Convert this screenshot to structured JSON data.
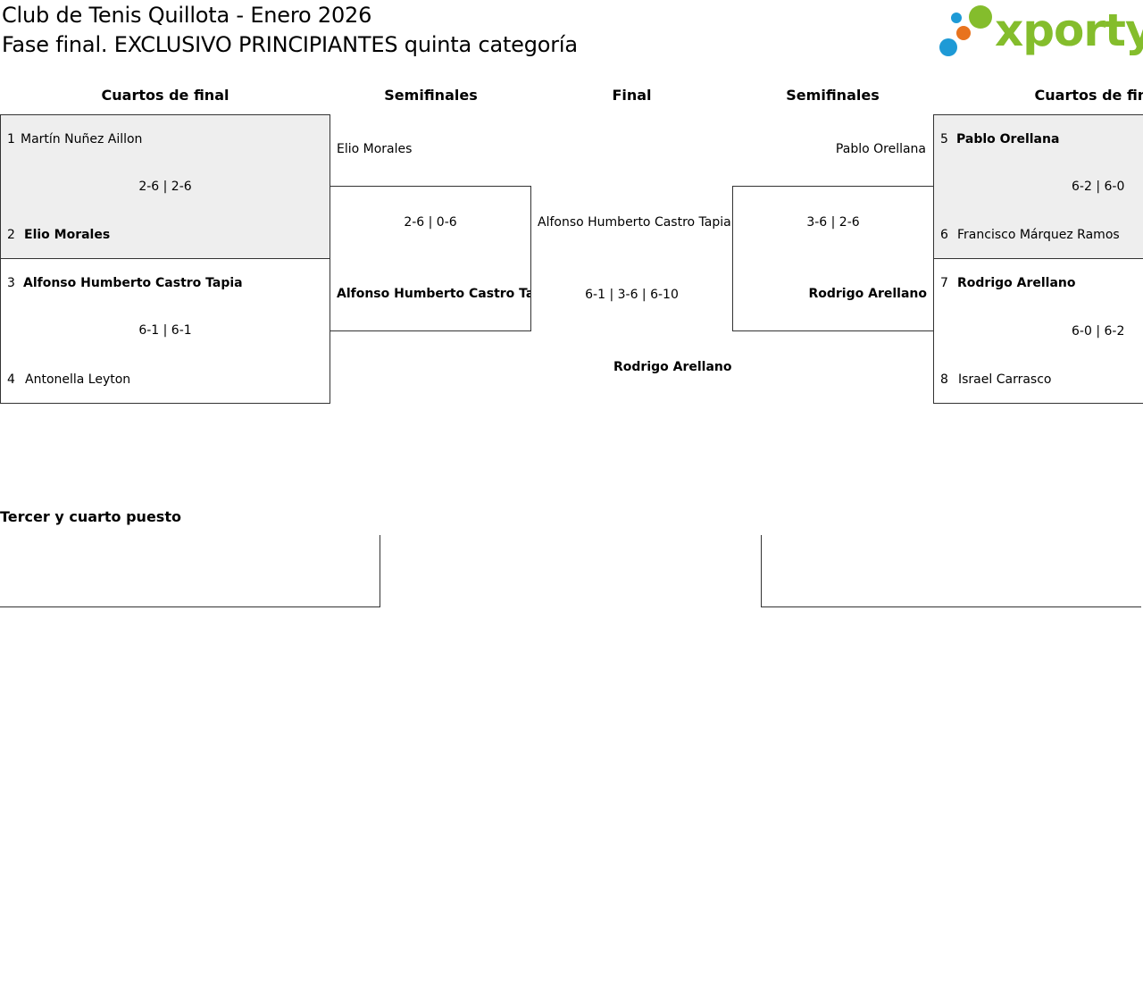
{
  "header": {
    "title_line1": "Club de Tenis Quillota - Enero 2026",
    "title_line2": "Fase final. EXCLUSIVO PRINCIPIANTES quinta categoría"
  },
  "logo": {
    "text": "xporty",
    "colors": {
      "green": "#84bd2c",
      "blue": "#1e9ad6",
      "orange": "#e8731e"
    }
  },
  "rounds": {
    "left_qf": "Cuartos de final",
    "left_sf": "Semifinales",
    "final": "Final",
    "right_sf": "Semifinales",
    "right_qf": "Cuartos de final"
  },
  "left_qf": [
    {
      "top_seed": "1",
      "top_name": "Martín Nuñez Aillon",
      "score": "2-6 | 2-6",
      "bottom_seed": "2",
      "bottom_name": "Elio Morales",
      "winner": "bottom"
    },
    {
      "top_seed": "3",
      "top_name": "Alfonso Humberto Castro Tapia",
      "score": "6-1 | 6-1",
      "bottom_seed": "4",
      "bottom_name": "Antonella Leyton",
      "winner": "top"
    }
  ],
  "left_sf": {
    "top_name": "Elio Morales",
    "score": "2-6 | 0-6",
    "bottom_name": "Alfonso Humberto Castro Tapia"
  },
  "final": {
    "top_name": "Alfonso Humberto Castro Tapia",
    "score": "6-1 | 3-6 | 6-10",
    "winner_name": "Rodrigo Arellano"
  },
  "right_sf": {
    "top_name": "Pablo Orellana",
    "score": "3-6 | 2-6",
    "bottom_name": "Rodrigo Arellano"
  },
  "right_qf": [
    {
      "top_seed": "5",
      "top_name": "Pablo Orellana",
      "score": "6-2 | 6-0",
      "bottom_seed": "6",
      "bottom_name": "Francisco Márquez Ramos",
      "winner": "top"
    },
    {
      "top_seed": "7",
      "top_name": "Rodrigo Arellano",
      "score": "6-0 | 6-2",
      "bottom_seed": "8",
      "bottom_name": "Israel Carrasco",
      "winner": "top"
    }
  ],
  "third_place": {
    "label": "Tercer y cuarto puesto"
  },
  "colors": {
    "box_fill": "#eeeeee",
    "border": "#333333",
    "text": "#000000"
  }
}
